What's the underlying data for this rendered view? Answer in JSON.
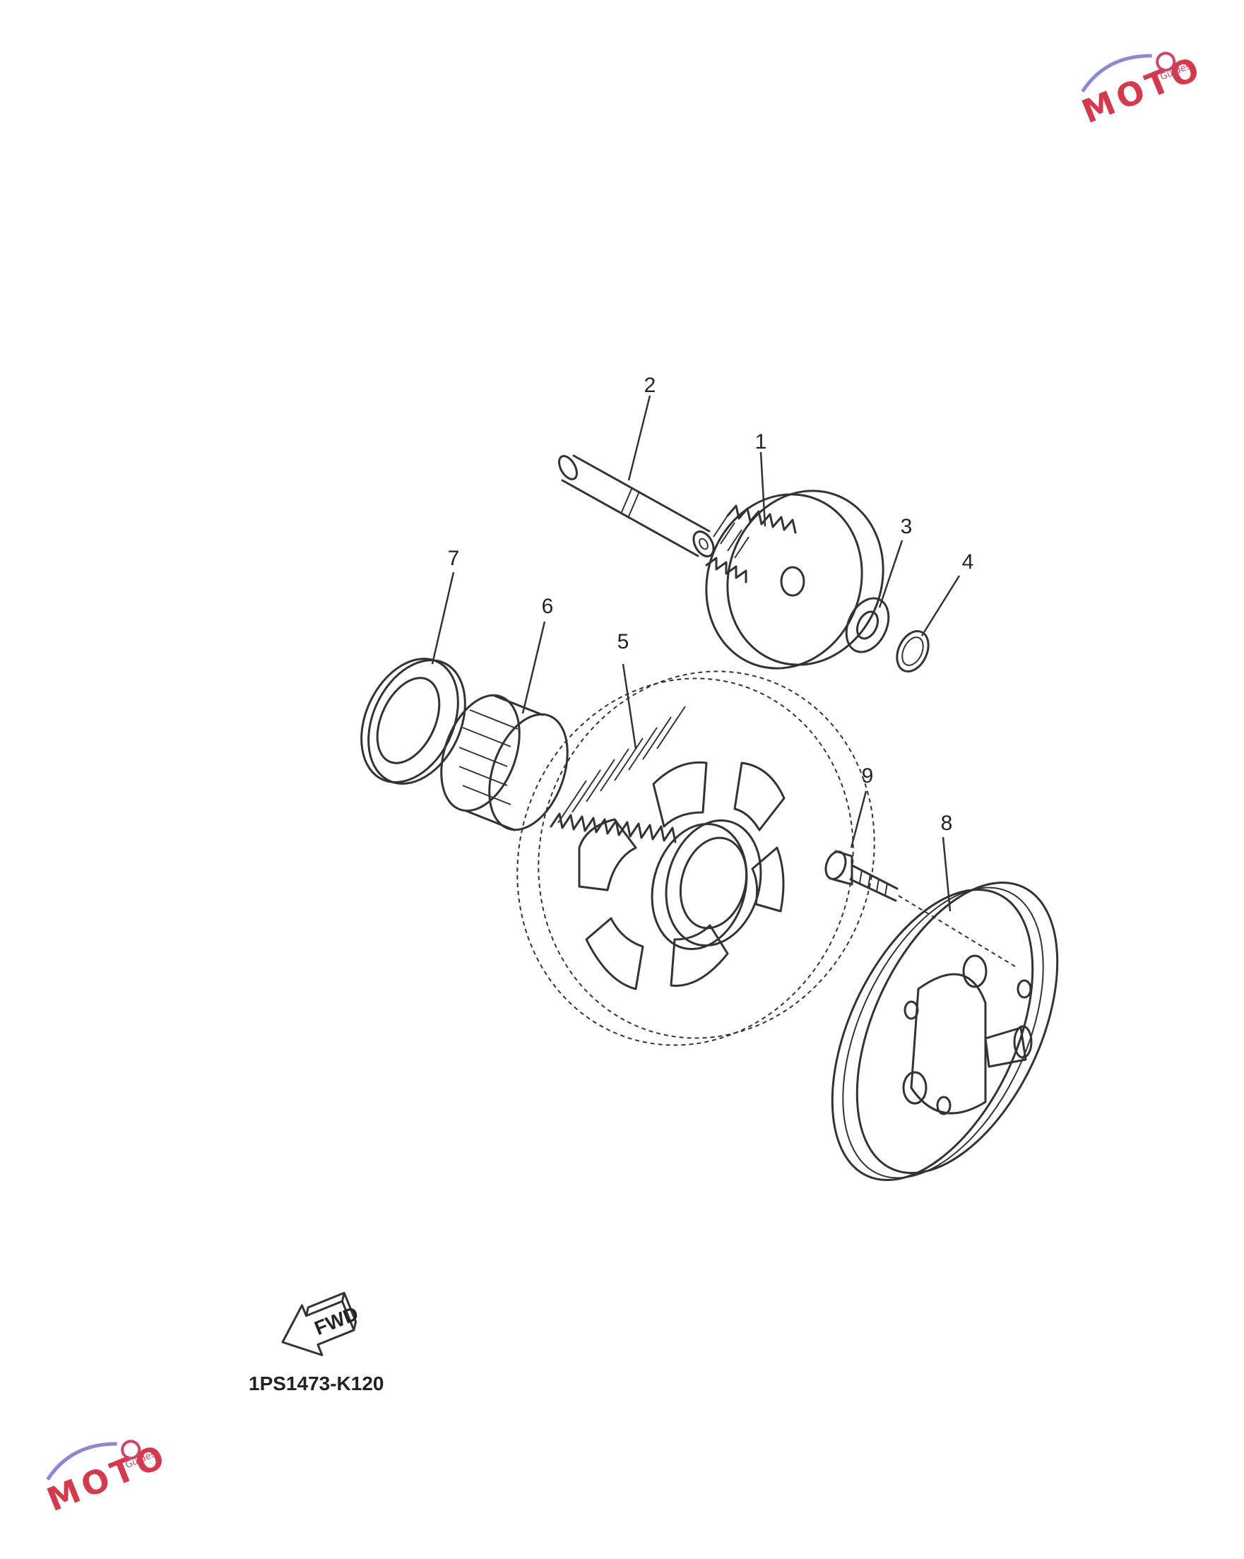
{
  "callouts": [
    "1",
    "2",
    "3",
    "4",
    "5",
    "6",
    "7",
    "8",
    "9"
  ],
  "fwd_label": "FWD",
  "diagram_code": "1PS1473-K120",
  "watermark": {
    "text": "MOTO",
    "subtext": "Guides"
  },
  "colors": {
    "line": "#333333",
    "watermark": "#d43a4e",
    "background": "#ffffff"
  }
}
